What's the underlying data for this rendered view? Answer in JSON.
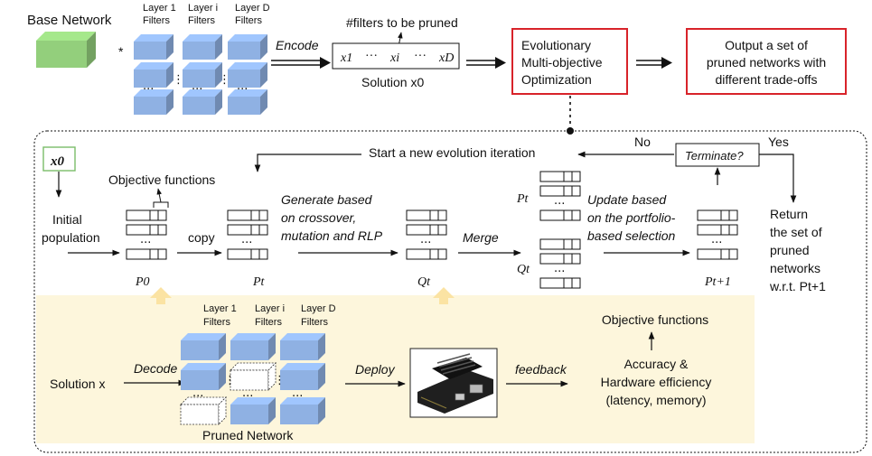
{
  "colors": {
    "base_network_fill": "#93cf7c",
    "filter_fill": "#8fb1e3",
    "highlight_border": "#d8232a",
    "deploy_panel_fill": "#fdf6dc",
    "up_arrow_fill": "#fbe3a3",
    "line": "#111111"
  },
  "top": {
    "base_network": "Base Network",
    "star": "*",
    "layer_1": [
      "Layer 1",
      "Filters"
    ],
    "layer_i": [
      "Layer i",
      "Filters"
    ],
    "layer_d": [
      "Layer D",
      "Filters"
    ],
    "encode": "Encode",
    "filters_to_prune": "#filters to be pruned",
    "solution_vector": [
      "x1",
      "···",
      "xi",
      "···",
      "xD"
    ],
    "solution_label": "Solution x0",
    "emo": [
      "Evolutionary",
      "Multi-objective",
      "Optimization"
    ],
    "output": [
      "Output a set of",
      "pruned networks with",
      "different trade-offs"
    ]
  },
  "loop": {
    "x0": "x0",
    "start_new": "Start a new evolution iteration",
    "no": "No",
    "terminate": "Terminate?",
    "yes": "Yes",
    "objective_functions": "Objective functions",
    "initial_population": [
      "Initial",
      "population"
    ],
    "copy": "copy",
    "generate": [
      "Generate based",
      "on crossover,",
      "mutation and RLP"
    ],
    "merge": "Merge",
    "update": [
      "Update based",
      "on the portfolio-",
      "based selection"
    ],
    "return": [
      "Return",
      "the set of",
      "pruned",
      "networks",
      "w.r.t. Pt+1"
    ],
    "pop_labels": [
      "P0",
      "Pt",
      "Qt",
      "Pt",
      "Qt",
      "Pt+1"
    ]
  },
  "deploy": {
    "solution_x": "Solution x",
    "decode": "Decode",
    "layer_1": [
      "Layer 1",
      "Filters"
    ],
    "layer_i": [
      "Layer i",
      "Filters"
    ],
    "layer_d": [
      "Layer D",
      "Filters"
    ],
    "pruned_network": "Pruned Network",
    "deploy": "Deploy",
    "feedback": "feedback",
    "objective_functions": "Objective functions",
    "metrics": [
      "Accuracy &",
      "Hardware efficiency",
      "(latency, memory)"
    ]
  }
}
